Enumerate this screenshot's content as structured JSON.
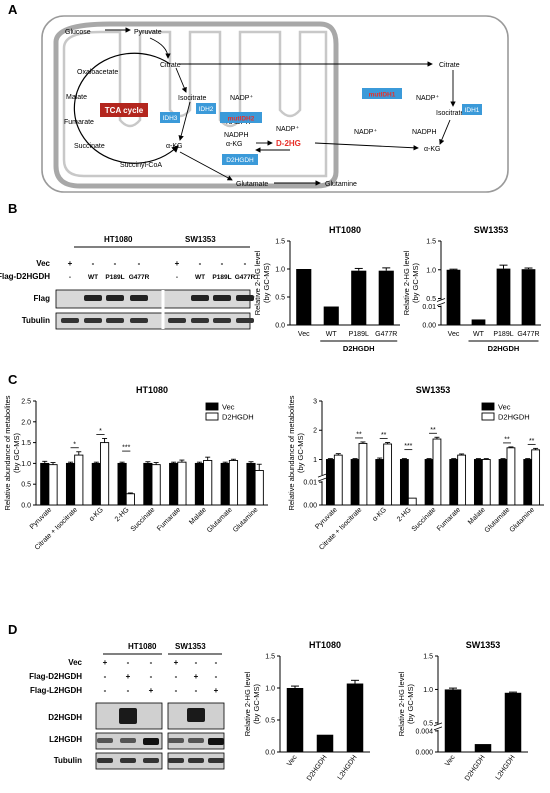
{
  "panels": [
    "A",
    "B",
    "C",
    "D"
  ],
  "colors": {
    "tca": "#b3261e",
    "enzyme": "#3b9ad9",
    "mutant": "#e8302a",
    "dhg": "#e8302a"
  },
  "pathway": {
    "metabolites": {
      "glucose": "Glucose",
      "pyruvate": "Pyruvate",
      "citrate": "Citrate",
      "citrate_cyto": "Citrate",
      "oxaloacetate": "Oxaloacetate",
      "malate": "Malate",
      "fumarate": "Fumarate",
      "succinate": "Succinate",
      "succinyl": "Succinyl-CoA",
      "isocitrate": "Isocitrate",
      "isocitrate_cyto": "Isocitrate",
      "akg": "α-KG",
      "akg2": "α-KG",
      "akg_cyto": "α-KG",
      "dhg": "D-2HG",
      "glutamate": "Glutamate",
      "glutamine": "Glutamine",
      "nadp1": "NADP⁺",
      "nadph1": "NADPH",
      "nadph2": "NADPH",
      "nadp2": "NADP⁺",
      "nadp3": "NADP⁺",
      "nadph3": "NADPH",
      "nadp4": "NADP⁺"
    },
    "tca": "TCA cycle",
    "enzymes": {
      "idh3": "IDH3",
      "idh2": "IDH2",
      "mutidh2": "mutIDH2",
      "mutidh1": "mutIDH1",
      "idh1": "IDH1",
      "d2hgdh": "D2HGDH"
    }
  },
  "panelB": {
    "blot": {
      "cells": [
        "HT1080",
        "SW1353"
      ],
      "rows": [
        "Vec",
        "Flag-D2HGDH"
      ],
      "vec_marks": [
        "+",
        "-",
        "-",
        "-",
        "+",
        "-",
        "-",
        "-"
      ],
      "flag_marks": [
        "-",
        "WT",
        "P189L",
        "G477R",
        "-",
        "WT",
        "P189L",
        "G477R"
      ],
      "bands": [
        "Flag",
        "Tubulin"
      ]
    },
    "charts": [
      {
        "title": "HT1080",
        "ylabel": "Relative 2-HG level",
        "ylabel2": "(by GC-MS)",
        "categories": [
          "Vec",
          "WT",
          "P189L",
          "G477R"
        ],
        "values": [
          1.0,
          0.33,
          0.97,
          0.97
        ],
        "errors": [
          0.0,
          0.0,
          0.04,
          0.05
        ],
        "yticks": [
          "0.0",
          "0.5",
          "1.0",
          "1.5"
        ],
        "ylim": [
          0,
          1.5
        ],
        "group": "D2HGDH"
      },
      {
        "title": "SW1353",
        "ylabel": "Relative 2-HG level",
        "ylabel2": "(by GC-MS)",
        "categories": [
          "Vec",
          "WT",
          "P189L",
          "G477R"
        ],
        "values": [
          1.0,
          0.003,
          1.02,
          1.01
        ],
        "errors": [
          0.01,
          0.0,
          0.06,
          0.02
        ],
        "yticks": [
          "0.00",
          "0.01",
          "0.5",
          "1.0",
          "1.5"
        ],
        "ylim": [
          0,
          1.5
        ],
        "axis_break": [
          0.01,
          0.5
        ],
        "group": "D2HGDH"
      }
    ]
  },
  "panelC": {
    "charts": [
      {
        "title": "HT1080",
        "ylabel": "Relative abundance of metabolites",
        "ylabel2": "(by GC-MS)",
        "categories": [
          "Pyruvate",
          "Citrate + Isocitrate",
          "α-KG",
          "2-HG",
          "Succinate",
          "Fumarate",
          "Malate",
          "Glutamate",
          "Glutamine"
        ],
        "series": [
          {
            "name": "Vec",
            "values": [
              1.0,
              1.0,
              1.0,
              1.0,
              1.0,
              1.0,
              1.0,
              1.0,
              1.0
            ],
            "errors": [
              0.05,
              0.03,
              0.03,
              0.03,
              0.04,
              0.03,
              0.03,
              0.03,
              0.04
            ]
          },
          {
            "name": "D2HGDH",
            "values": [
              0.97,
              1.2,
              1.5,
              0.27,
              0.97,
              1.03,
              1.07,
              1.07,
              0.83
            ],
            "errors": [
              0.05,
              0.08,
              0.1,
              0.02,
              0.05,
              0.05,
              0.08,
              0.03,
              0.15
            ]
          }
        ],
        "stars": [
          "",
          "*",
          "*",
          "***",
          "",
          "",
          "",
          "",
          ""
        ],
        "yticks": [
          "0.0",
          "0.5",
          "1.0",
          "1.5",
          "2.0",
          "2.5"
        ],
        "ylim": [
          0,
          2.5
        ]
      },
      {
        "title": "SW1353",
        "ylabel": "Relative abundance of metabolites",
        "ylabel2": "(by GC-MS)",
        "categories": [
          "Pyruvate",
          "Citrate + Isocitrate",
          "α-KG",
          "2-HG",
          "Succinate",
          "Fumarate",
          "Malate",
          "Glutamate",
          "Glutamine"
        ],
        "series": [
          {
            "name": "Vec",
            "values": [
              1.0,
              1.0,
              1.0,
              1.0,
              1.0,
              1.0,
              1.0,
              1.0,
              1.0
            ],
            "errors": [
              0.03,
              0.03,
              0.05,
              0.03,
              0.03,
              0.03,
              0.03,
              0.03,
              0.03
            ]
          },
          {
            "name": "D2HGDH",
            "values": [
              1.15,
              1.55,
              1.53,
              0.003,
              1.7,
              1.15,
              1.0,
              1.4,
              1.33
            ],
            "errors": [
              0.05,
              0.05,
              0.05,
              0.0,
              0.06,
              0.04,
              0.03,
              0.03,
              0.05
            ]
          }
        ],
        "stars": [
          "",
          "**",
          "**",
          "***",
          "**",
          "",
          "",
          "**",
          "**"
        ],
        "yticks": [
          "0.00",
          "0.01",
          "1",
          "2",
          "3"
        ],
        "ylim": [
          0,
          3
        ],
        "axis_break": [
          0.01,
          0.5
        ]
      }
    ]
  },
  "panelD": {
    "blot": {
      "cells": [
        "HT1080",
        "SW1353"
      ],
      "rows": [
        "Vec",
        "Flag-D2HGDH",
        "Flag-L2HGDH"
      ],
      "marks": [
        [
          "+",
          "-",
          "-",
          "+",
          "-",
          "-"
        ],
        [
          "-",
          "+",
          "-",
          "-",
          "+",
          "-"
        ],
        [
          "-",
          "-",
          "+",
          "-",
          "-",
          "+"
        ]
      ],
      "bands": [
        "D2HGDH",
        "L2HGDH",
        "Tubulin"
      ]
    },
    "charts": [
      {
        "title": "HT1080",
        "ylabel": "Relative 2-HG level",
        "ylabel2": "(by GC-MS)",
        "categories": [
          "Vec",
          "D2HGDH",
          "L2HGDH"
        ],
        "values": [
          1.0,
          0.27,
          1.07
        ],
        "errors": [
          0.03,
          0.0,
          0.05
        ],
        "yticks": [
          "0.0",
          "0.5",
          "1.0",
          "1.5"
        ],
        "ylim": [
          0,
          1.5
        ]
      },
      {
        "title": "SW1353",
        "ylabel": "Relative 2-HG level",
        "ylabel2": "(by GC-MS)",
        "categories": [
          "Vec",
          "D2HGDH",
          "L2HGDH"
        ],
        "values": [
          1.0,
          0.0015,
          0.95
        ],
        "errors": [
          0.02,
          0.0,
          0.01
        ],
        "yticks": [
          "0.000",
          "0.004",
          "0.5",
          "1.0",
          "1.5"
        ],
        "ylim": [
          0,
          1.5
        ],
        "axis_break": [
          0.004,
          0.5
        ]
      }
    ]
  }
}
